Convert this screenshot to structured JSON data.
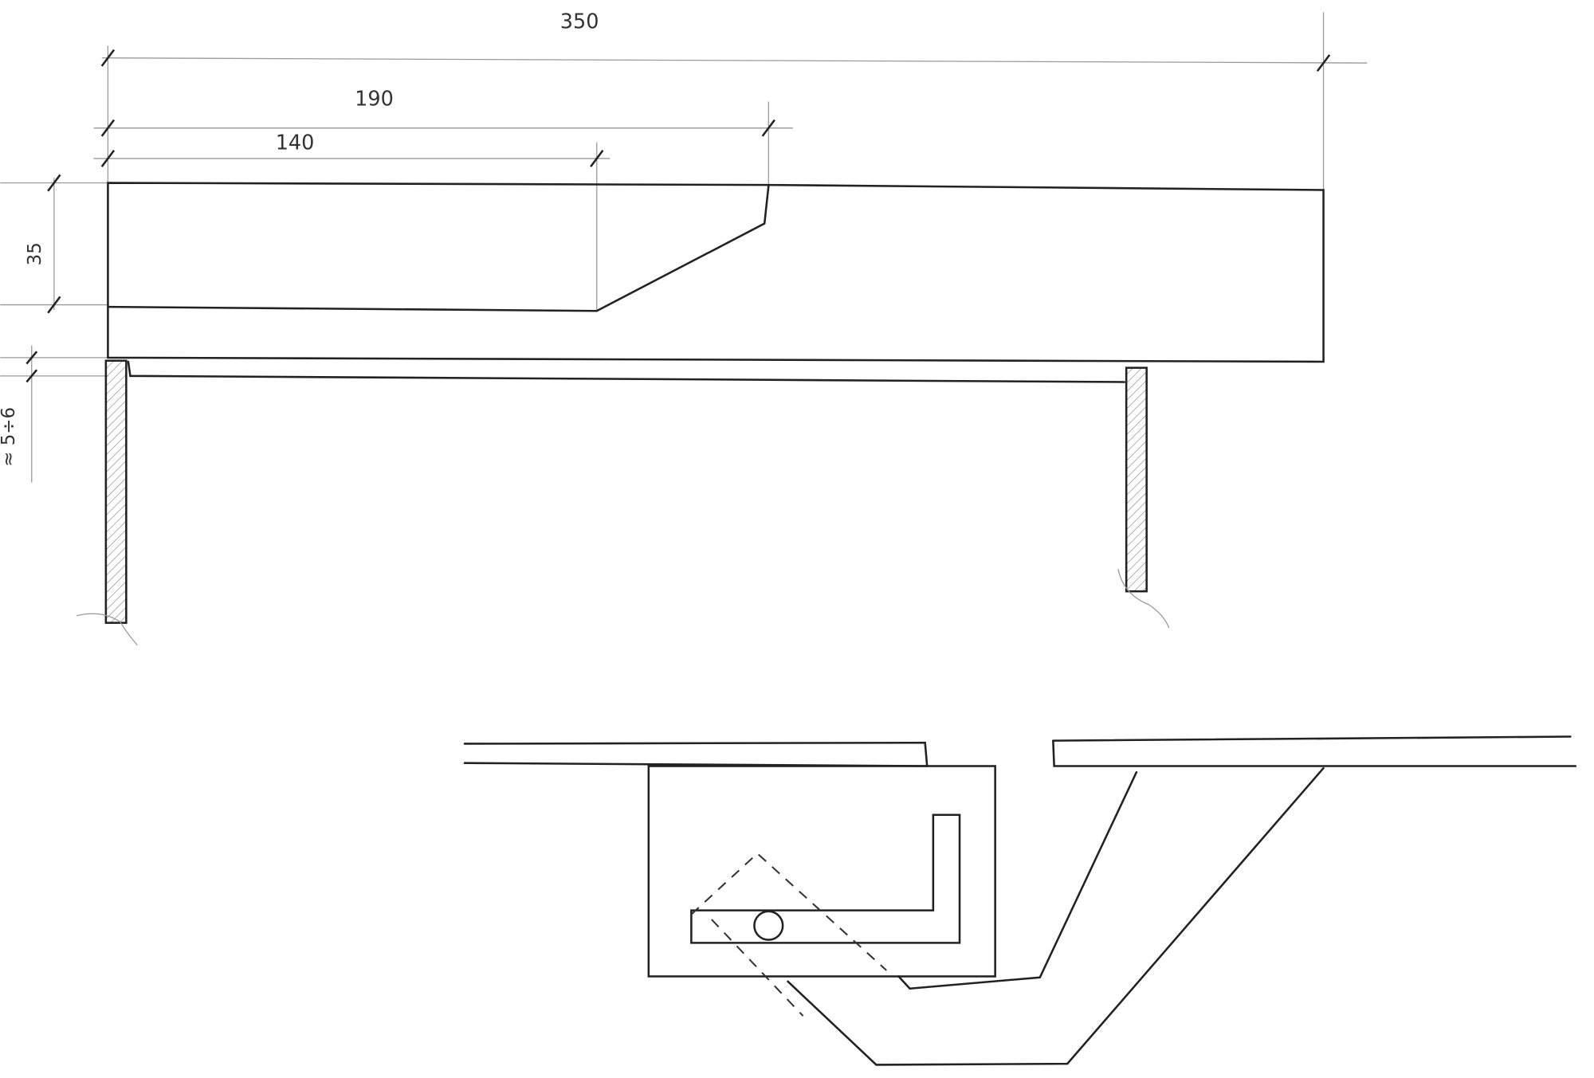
{
  "sketch": {
    "dimensions": {
      "total_length": "350",
      "cut_end": "190",
      "cut_start": "140",
      "height": "35",
      "gap": "≈ 5÷6"
    },
    "ink_color": "#222222",
    "paper_color": "#ffffff"
  }
}
